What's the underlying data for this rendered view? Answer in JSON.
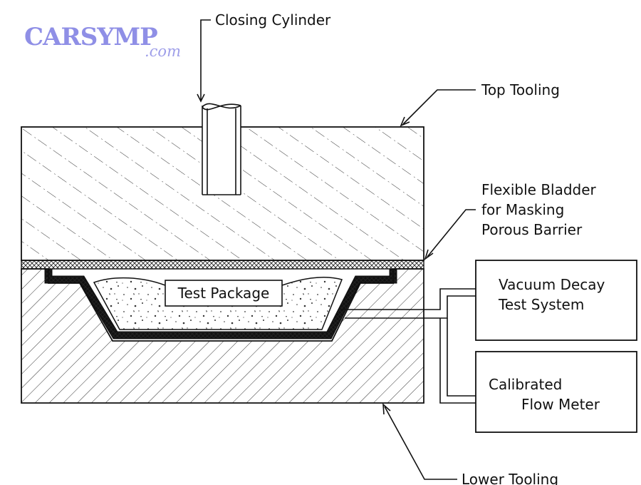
{
  "logo": {
    "main": "CARSYMP",
    "sub": ".com"
  },
  "labels": {
    "closing_cylinder": "Closing Cylinder",
    "top_tooling": "Top Tooling",
    "bladder_line1": "Flexible Bladder",
    "bladder_line2": "for Masking",
    "bladder_line3": "Porous Barrier",
    "test_package": "Test Package",
    "vacuum_line1": "Vacuum Decay",
    "vacuum_line2": "Test System",
    "flow_line1": "Calibrated",
    "flow_line2": "Flow Meter",
    "lower_tooling": "Lower Tooling"
  }
}
